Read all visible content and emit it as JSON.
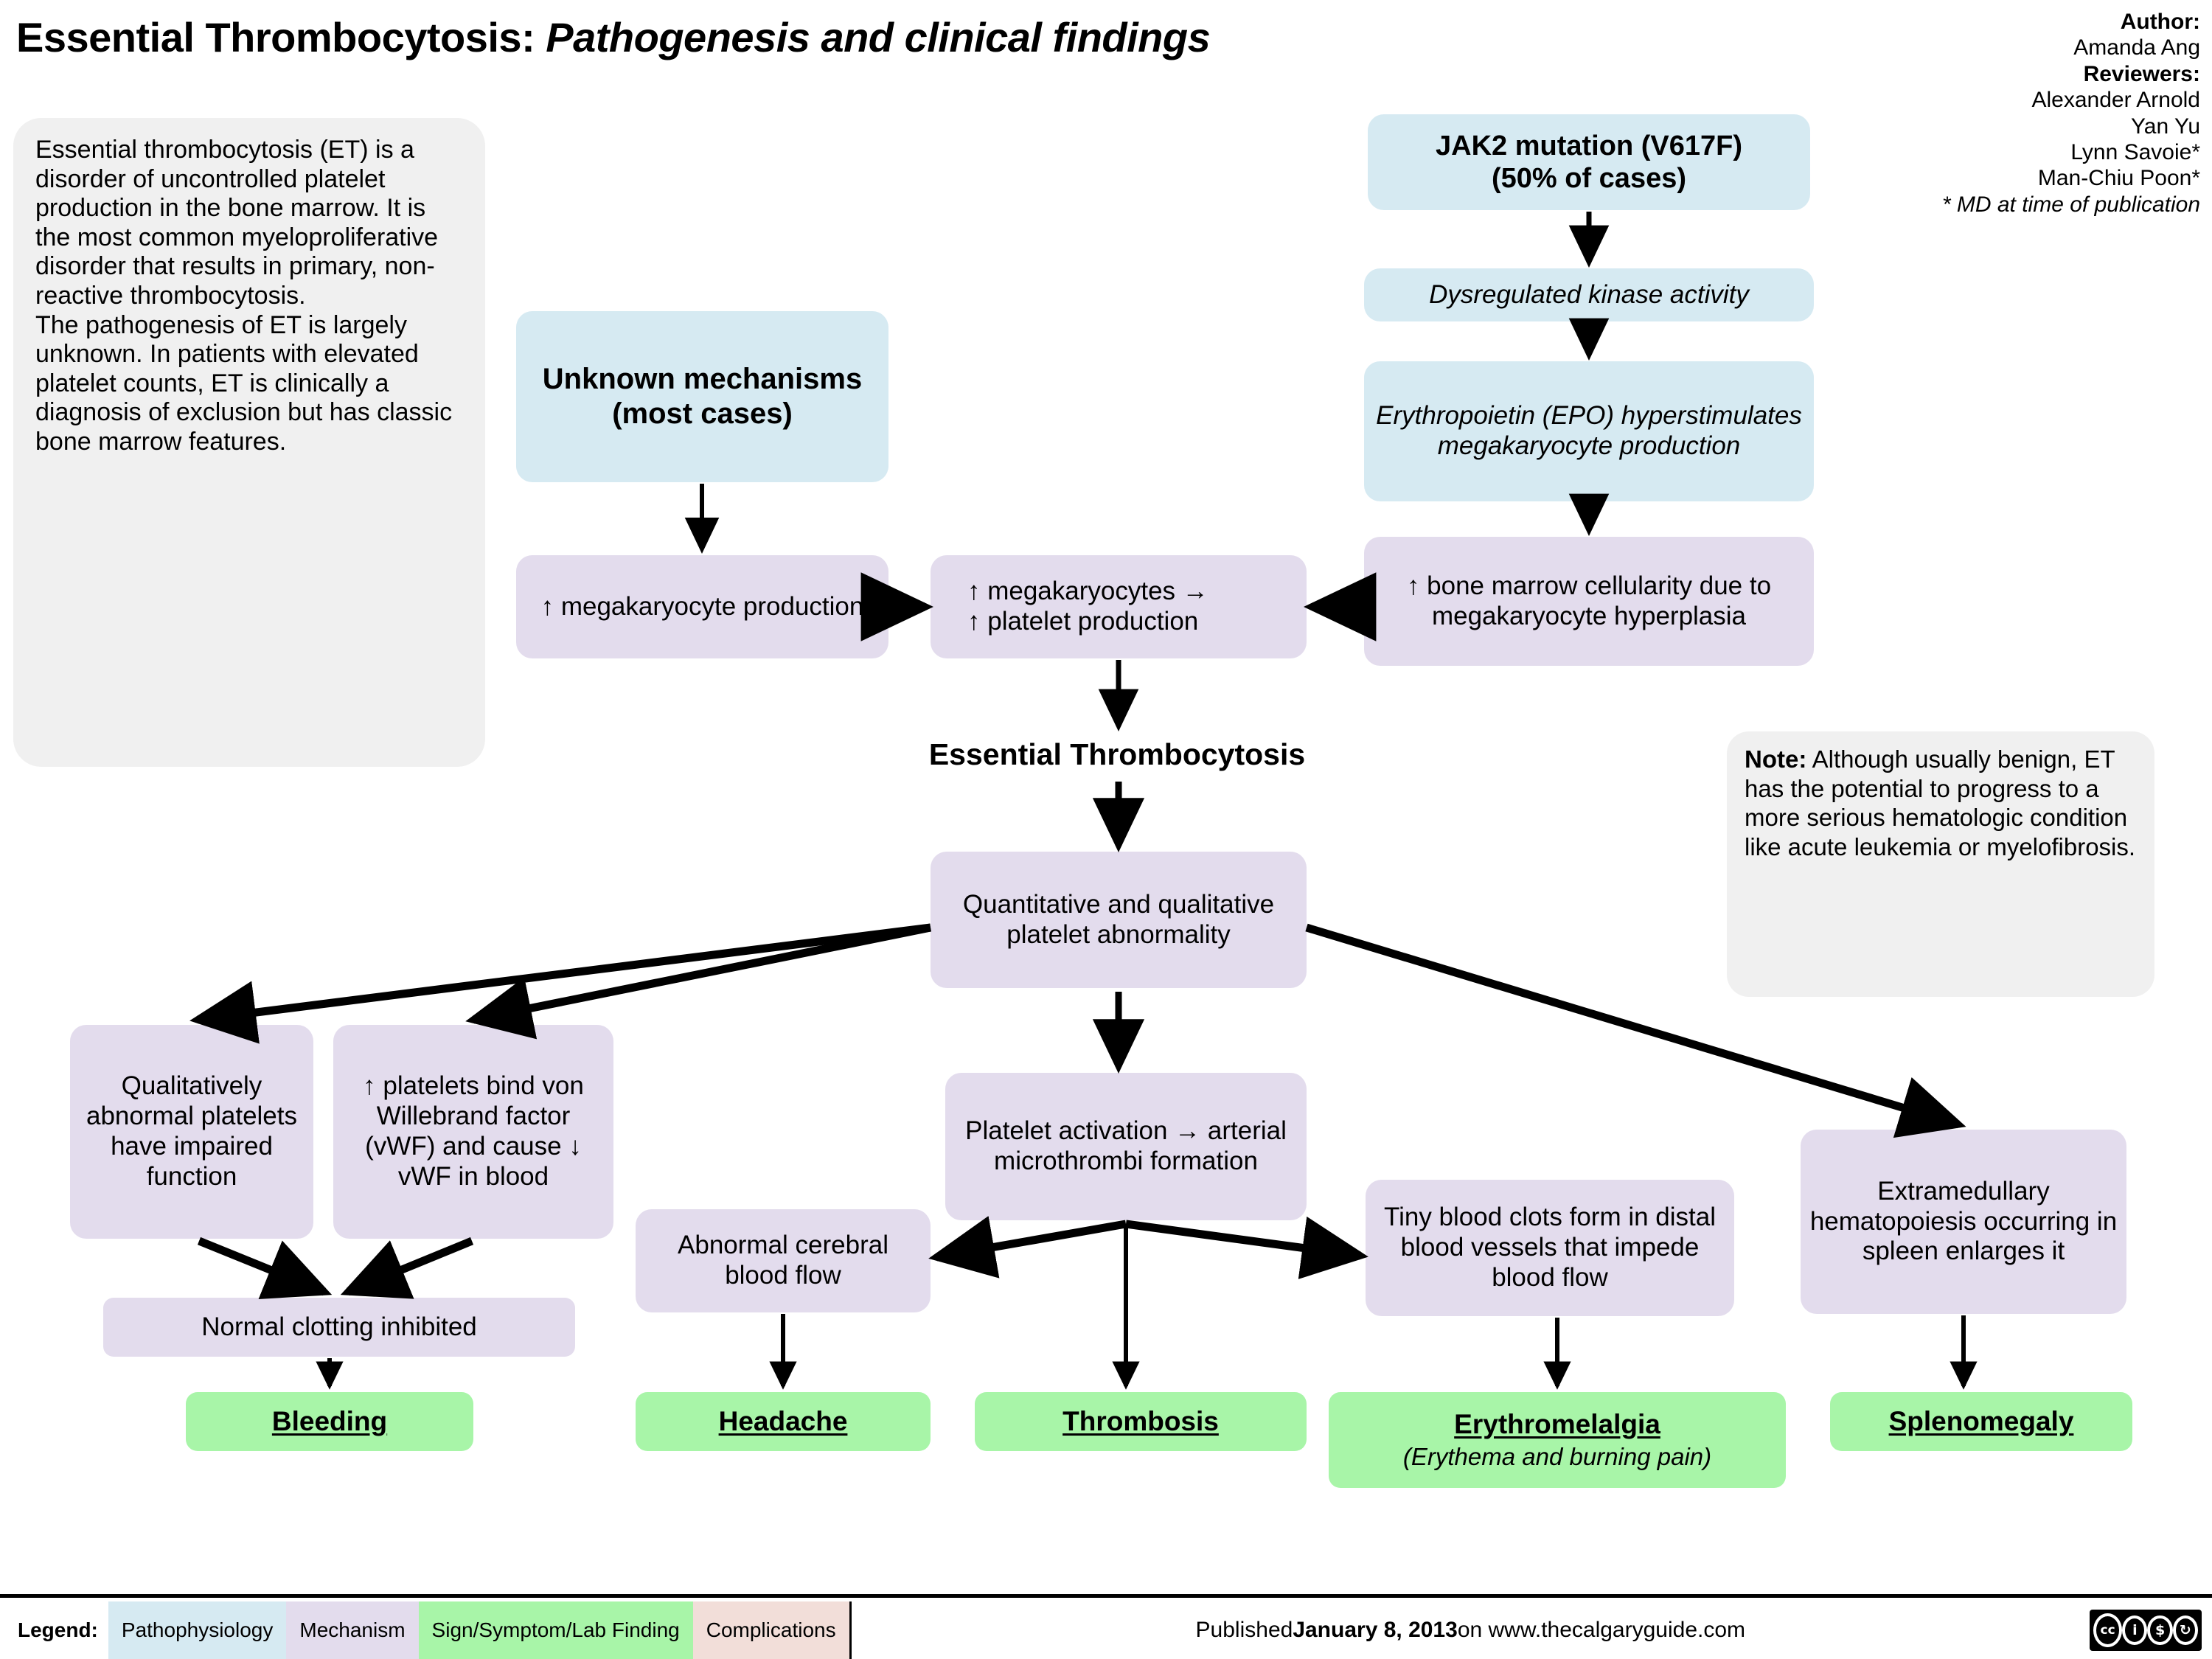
{
  "header": {
    "title_main": "Essential Thrombocytosis: ",
    "title_sub": "Pathogenesis and clinical findings",
    "author_label": "Author:",
    "author_name": "Amanda Ang",
    "reviewers_label": "Reviewers:",
    "reviewers": [
      "Alexander Arnold",
      "Yan Yu",
      "Lynn Savoie*",
      "Man-Chiu Poon*"
    ],
    "footnote": "* MD at time of publication"
  },
  "intro": {
    "text": "Essential thrombocytosis (ET) is a disorder of uncontrolled platelet production in the bone marrow. It is the most common myeloproliferative disorder that results in primary, non-reactive thrombocytosis.\nThe pathogenesis of ET is largely unknown. In patients with elevated platelet counts, ET is clinically a diagnosis of exclusion but has classic bone marrow features."
  },
  "note": {
    "label": "Note:",
    "text": " Although usually benign, ET has the potential to progress to a more serious hematologic condition like acute leukemia or myelofibrosis."
  },
  "nodes": {
    "jak2": "JAK2 mutation (V617F)\n(50% of cases)",
    "kinase": "Dysregulated kinase activity",
    "epo": "Erythropoietin (EPO) hyperstimulates megakaryocyte production",
    "unknown": "Unknown mechanisms\n(most cases)",
    "mega_prod": "↑ megakaryocyte production",
    "mega_platelet": "↑ megakaryocytes →\n↑ platelet production",
    "marrow": "↑ bone marrow cellularity due to megakaryocyte hyperplasia",
    "et_label": "Essential Thrombocytosis",
    "platelet_abnormality": "Quantitative and qualitative platelet abnormality",
    "qual_abnormal": "Qualitatively abnormal platelets have impaired function",
    "vwf": "↑ platelets bind von Willebrand factor (vWF) and cause ↓ vWF in blood",
    "clotting": "Normal clotting inhibited",
    "activation": "Platelet activation → arterial microthrombi formation",
    "cerebral": "Abnormal cerebral blood flow",
    "tiny_clots": "Tiny blood clots form in distal blood vessels that impede blood flow",
    "extramedullary": "Extramedullary hematopoiesis occurring in spleen enlarges it"
  },
  "outcomes": {
    "bleeding": "Bleeding",
    "headache": "Headache",
    "thrombosis": "Thrombosis",
    "erythromelalgia": "Erythromelalgia",
    "erythromelalgia_sub": "(Erythema and burning pain)",
    "splenomegaly": "Splenomegaly"
  },
  "legend": {
    "label": "Legend:",
    "items": [
      {
        "label": "Pathophysiology",
        "color": "#d6eaf2"
      },
      {
        "label": "Mechanism",
        "color": "#e3dced"
      },
      {
        "label": "Sign/Symptom/Lab Finding",
        "color": "#a8f5a8"
      },
      {
        "label": "Complications",
        "color": "#f2ded9"
      }
    ],
    "published_prefix": "Published ",
    "published_date": "January 8, 2013",
    "published_suffix": " on www.thecalgaryguide.com",
    "license": "CC BY NC SA"
  }
}
